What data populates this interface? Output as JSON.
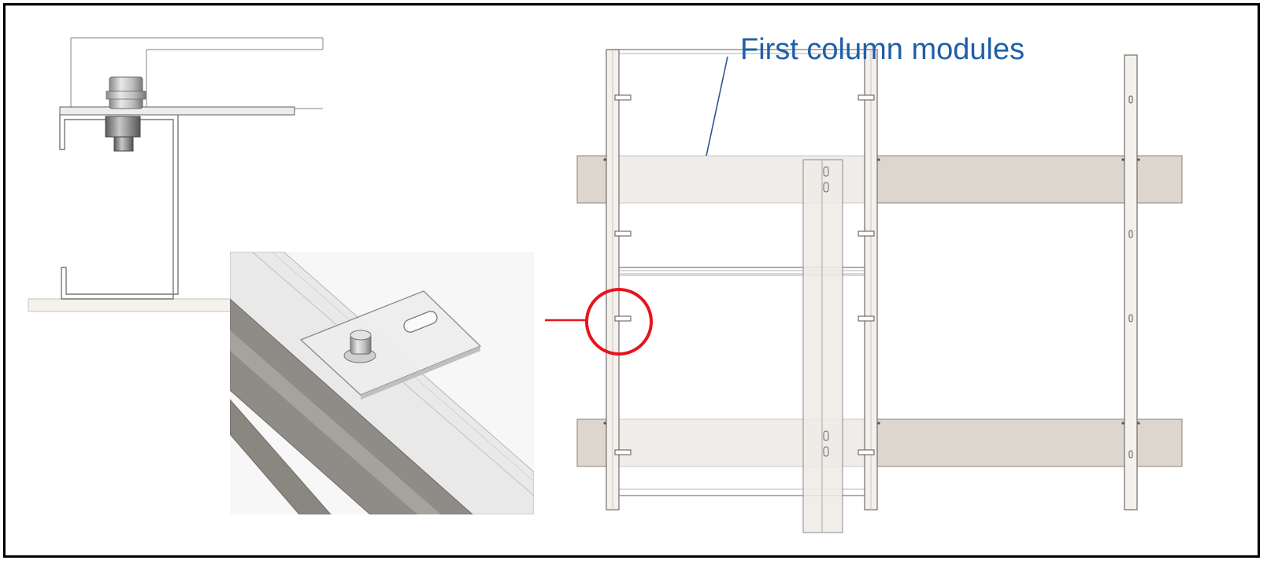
{
  "annotation": {
    "label": "First column modules",
    "label_color": "#1f5fa8",
    "highlight_color": "#e8141c"
  },
  "figures": {
    "section_view": "c-channel-clamp-section",
    "isometric_view": "clamp-plate-detail",
    "elevation_view": "module-column-layout"
  }
}
